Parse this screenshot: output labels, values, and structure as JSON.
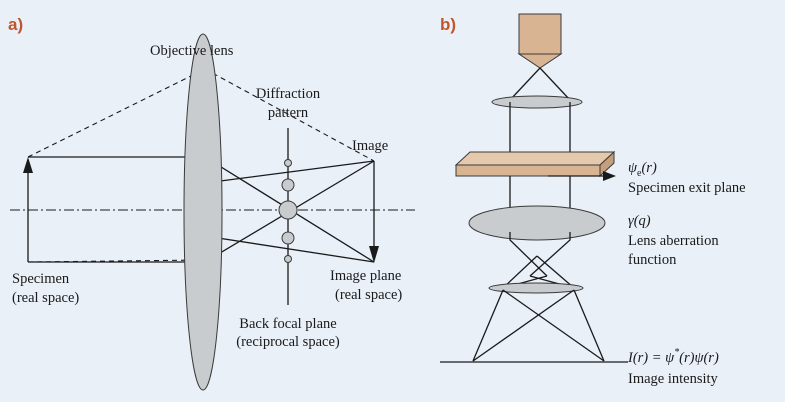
{
  "panel_a": {
    "tag": "a)",
    "objective_lens": "Objective lens",
    "diffraction_line1": "Diffraction",
    "diffraction_line2": "pattern",
    "image": "Image",
    "specimen_line1": "Specimen",
    "specimen_line2": "(real space)",
    "image_plane_line1": "Image plane",
    "image_plane_line2": "(real space)",
    "back_focal_line1": "Back focal plane",
    "back_focal_line2": "(reciprocal space)"
  },
  "panel_b": {
    "tag": "b)",
    "exit_wave_symbol": "ψ",
    "exit_wave_sub": "e",
    "exit_wave_arg": "(r)",
    "exit_plane_label": "Specimen exit plane",
    "aberration_symbol": "γ(q)",
    "aberration_line1": "Lens aberration",
    "aberration_line2": "function",
    "intensity_lhs": "I(r) = ψ",
    "intensity_star": "*",
    "intensity_rhs": "(r)ψ(r)",
    "intensity_label": "Image intensity"
  },
  "colors": {
    "background": "#eaf0f8",
    "panel_tag": "#c0562b",
    "lens_fill": "#c9cccf",
    "specimen_fill": "#d9b493",
    "gun_fill": "#d9b493"
  },
  "icons": {
    "electron_gun": "electron-gun-icon"
  }
}
